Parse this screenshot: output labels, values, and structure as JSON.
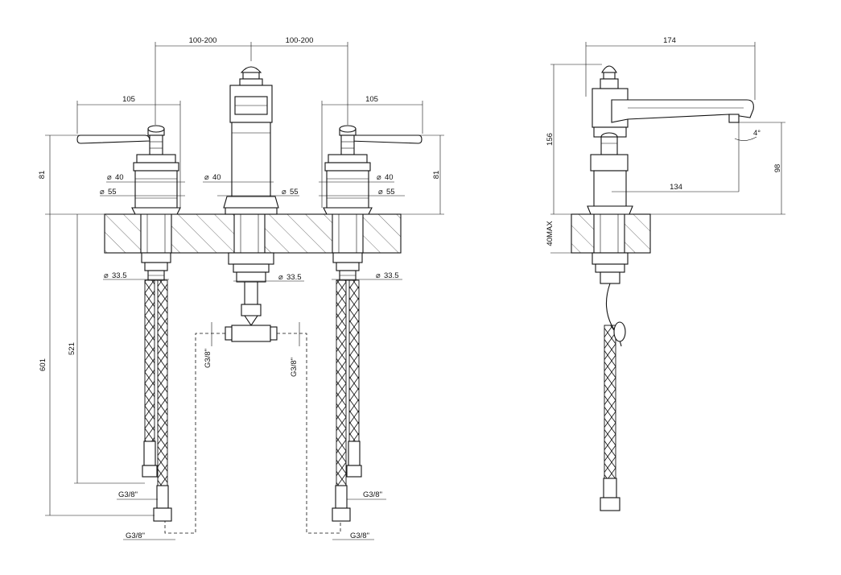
{
  "front_view": {
    "dims": {
      "spacing_left": "100-200",
      "spacing_right": "100-200",
      "lever_left": "105",
      "lever_right": "105",
      "height_left": "81",
      "height_right": "81",
      "d40_left": "40",
      "d55_left": "55",
      "d40_center": "40",
      "d55_center": "55",
      "d40_right": "40",
      "d55_right": "55",
      "d335_left": "33.5",
      "d335_center": "33.5",
      "d335_right": "33.5",
      "hose_len": "521",
      "total_len": "601",
      "g38_left_upper": "G3/8\"",
      "g38_left_lower": "G3/8\"",
      "g38_right_upper": "G3/8\"",
      "g38_right_lower": "G3/8\"",
      "g38_tee_left": "G3/8\"",
      "g38_tee_right": "G3/8\""
    }
  },
  "side_view": {
    "dims": {
      "width": "174",
      "height": "156",
      "spout_height": "98",
      "reach": "134",
      "angle": "4°",
      "deck_max": "40MAX"
    }
  }
}
